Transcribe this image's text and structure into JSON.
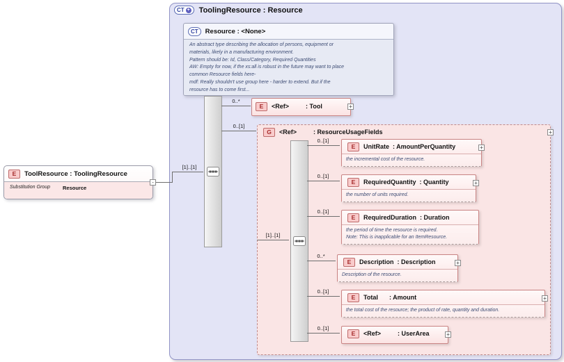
{
  "root": {
    "icon": "E",
    "title": "ToolResource : ToolingResource",
    "sub_group_label": "Substitution Group",
    "sub_group_value": "Resource",
    "collapse": "-"
  },
  "container": {
    "icon": "CT",
    "icon_glyph": "+",
    "title": "ToolingResource : Resource"
  },
  "base": {
    "icon": "CT",
    "title": "Resource : <None>",
    "lines": [
      "An abstract type describing the allocation of persons, equipment or",
      "materials, likely in a manufacturing environment.",
      "Pattern should be: Id, Class/Category, Required Quantities",
      "AW: Empty for now, if the xs:all is robust in the future may want to place",
      "common Resource fields here-",
      "mdf: Really shouldn't use group here - harder to extend. But if the",
      "resource has to come first..."
    ]
  },
  "seq1": {
    "cardinality": "[1]..[1]"
  },
  "seq2": {
    "cardinality": "[1]..[1]"
  },
  "tool": {
    "icon": "E",
    "name": "<Ref>",
    "type": ": Tool",
    "cardinality": "0..*",
    "expand": "+"
  },
  "group": {
    "icon": "G",
    "name": "<Ref>",
    "type": ": ResourceUsageFields",
    "cardinality": "0..[1]",
    "expand": "+"
  },
  "unit_rate": {
    "icon": "E",
    "name": "UnitRate",
    "type": ": AmountPerQuantity",
    "cardinality": "0..[1]",
    "annotation": "the incremental cost of the resource.",
    "expand": "+"
  },
  "required_quantity": {
    "icon": "E",
    "name": "RequiredQuantity",
    "type": ": Quantity",
    "cardinality": "0..[1]",
    "annotation": "the number of units required.",
    "expand": "+"
  },
  "required_duration": {
    "icon": "E",
    "name": "RequiredDuration",
    "type": ": Duration",
    "cardinality": "0..[1]",
    "annotation_line1": "the period of time the resource is required.",
    "annotation_line2": "Note: This is inapplicable for an ItemResource."
  },
  "description": {
    "icon": "E",
    "name": "Description",
    "type": ": Description",
    "cardinality": "0..*",
    "annotation": "Description of the resource.",
    "expand": "+"
  },
  "total": {
    "icon": "E",
    "name": "Total",
    "type": ": Amount",
    "cardinality": "0..[1]",
    "annotation": "the total cost of the resource; the product of rate, quantity and duration.",
    "expand": "+"
  },
  "user_area": {
    "icon": "E",
    "name": "<Ref>",
    "type": ": UserArea",
    "cardinality": "0..[1]",
    "expand": "+"
  }
}
